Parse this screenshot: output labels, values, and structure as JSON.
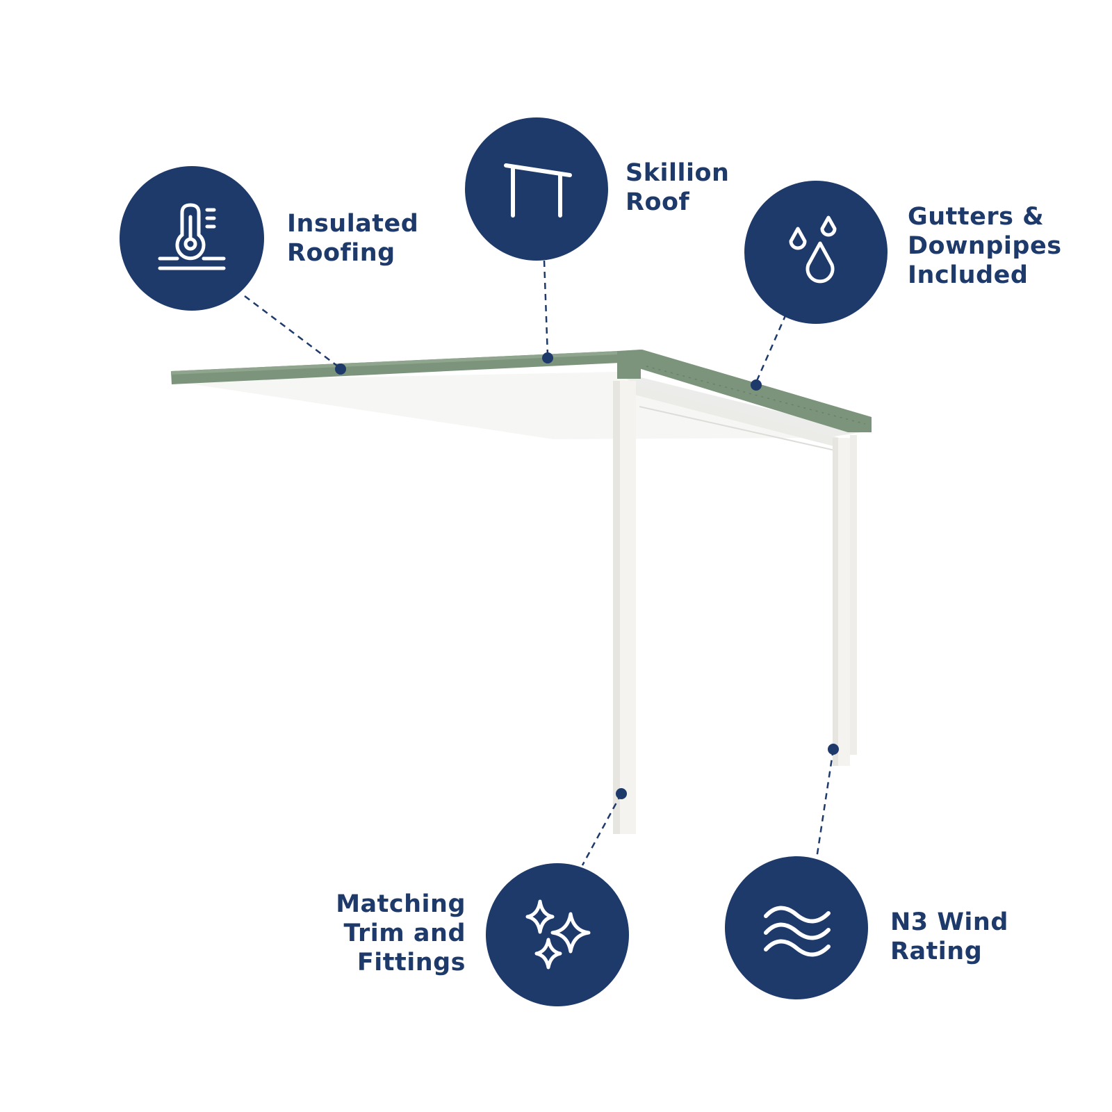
{
  "colors": {
    "navy": "#1e3a6b",
    "roof_green": "#7d947c",
    "frame_white": "#f6f5f2",
    "background": "#ffffff"
  },
  "features": [
    {
      "id": "insulated-roofing",
      "icon": "thermometer-insulation-icon",
      "label": "Insulated\nRoofing"
    },
    {
      "id": "skillion-roof",
      "icon": "skillion-frame-icon",
      "label": "Skillion\nRoof"
    },
    {
      "id": "gutters-downpipes",
      "icon": "water-drops-icon",
      "label": "Gutters &\nDownpipes\nIncluded"
    },
    {
      "id": "matching-trim",
      "icon": "sparkles-icon",
      "label": "Matching\nTrim and\nFittings"
    },
    {
      "id": "n3-wind",
      "icon": "wind-waves-icon",
      "label": "N3 Wind\nRating"
    }
  ]
}
